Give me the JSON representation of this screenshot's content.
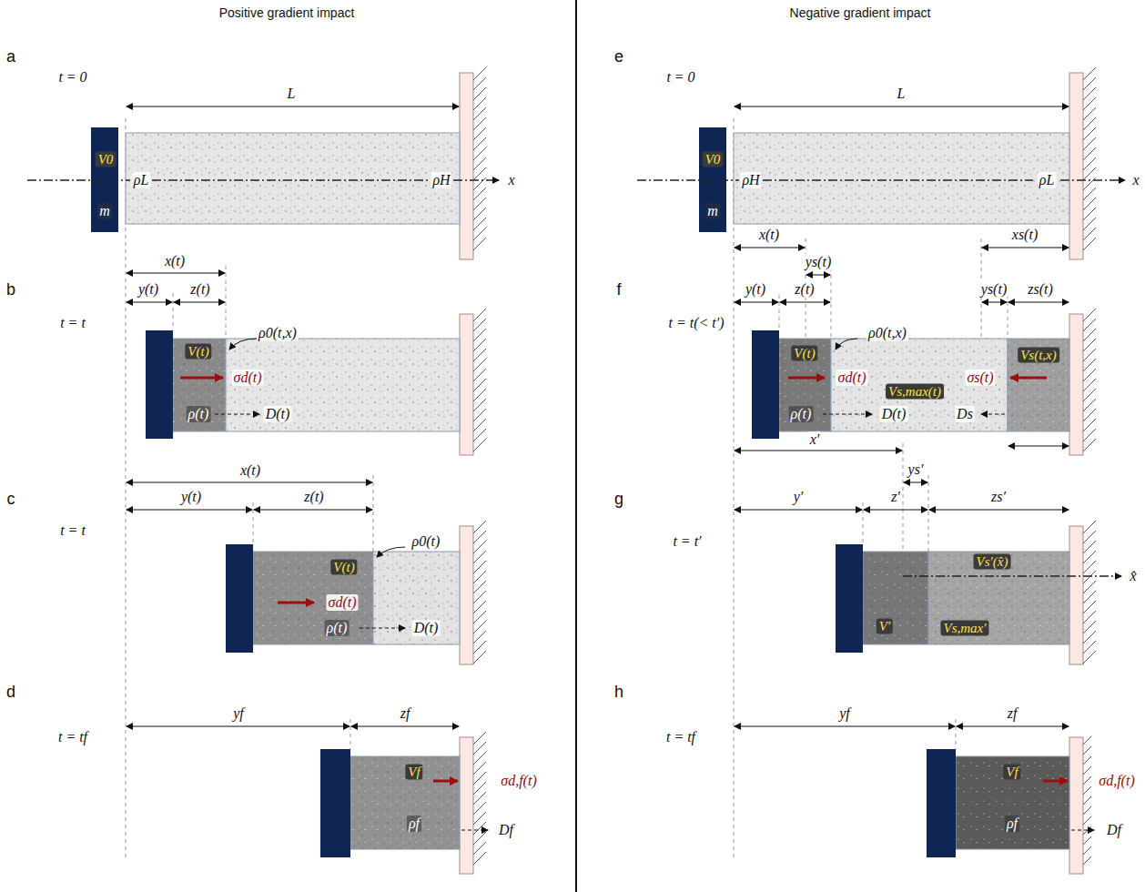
{
  "diagram": {
    "labels": [
      "Positive gradient impact",
      "Negative gradient impact",
      "a",
      "t = 0",
      "L",
      "V0",
      "ρL",
      "ρH",
      "x",
      "m",
      "b",
      "x(t)",
      "y(t)",
      "z(t)",
      "t = t",
      "ρ0(t,x)",
      "V(t)",
      "σd(t)",
      "ρ(t)",
      "D(t)",
      "c",
      "x(t)",
      "y(t)",
      "z(t)",
      "t = t",
      "ρ0(t)",
      "V(t)",
      "σd(t)",
      "ρ(t)",
      "D(t)",
      "d",
      "yf",
      "zf",
      "t = tf",
      "Vf",
      "σd,f(t)",
      "ρf",
      "Df",
      "e",
      "t = 0",
      "L",
      "V0",
      "ρH",
      "ρL",
      "x",
      "m",
      "f",
      "x(t)",
      "xs(t)",
      "ys(t)",
      "y(t)",
      "z(t)",
      "ys(t)",
      "zs(t)",
      "t = t(< t′)",
      "ρ0(t,x)",
      "V(t)",
      "Vs(t,x)",
      "Vs,max(t)",
      "σd(t)",
      "σs(t)",
      "ρ(t)",
      "D(t)",
      "Ds",
      "x′",
      "g",
      "ys′",
      "y′",
      "z′",
      "zs′",
      "t = t′",
      "Vs′(x̂)",
      "x̂",
      "V′",
      "Vs,max′",
      "h",
      "yf",
      "zf",
      "t = tf",
      "Vf",
      "σd,f(t)",
      "ρf",
      "Df"
    ]
  }
}
